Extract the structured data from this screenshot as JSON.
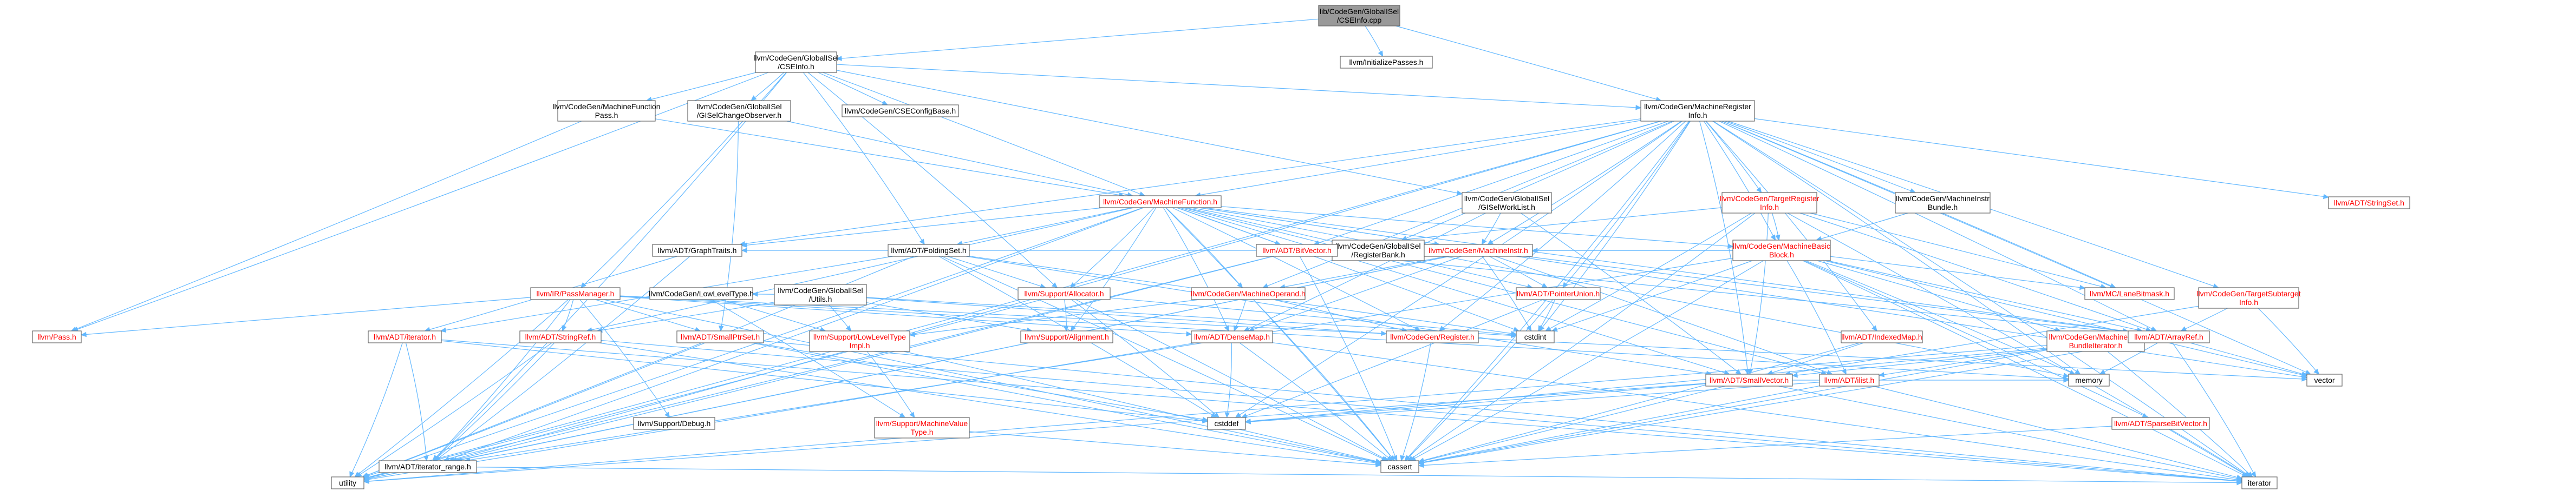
{
  "graph": {
    "colors": {
      "edge": "#63b8ff",
      "root_fill": "#999999",
      "node_border": "#666666",
      "red_text": "#ff0000",
      "black_text": "#000000"
    },
    "nodes": [
      {
        "id": "root",
        "label": [
          "lib/CodeGen/GlobalISel",
          "/CSEInfo.cpp"
        ],
        "kind": "root"
      },
      {
        "id": "cseinfo",
        "label": [
          "llvm/CodeGen/GlobalISel",
          "/CSEInfo.h"
        ],
        "kind": "black"
      },
      {
        "id": "initpasses",
        "label": [
          "llvm/InitializePasses.h"
        ],
        "kind": "black"
      },
      {
        "id": "mfpass",
        "label": [
          "llvm/CodeGen/MachineFunction",
          "Pass.h"
        ],
        "kind": "black"
      },
      {
        "id": "gisel_obs",
        "label": [
          "llvm/CodeGen/GlobalISel",
          "/GISelChangeObserver.h"
        ],
        "kind": "black"
      },
      {
        "id": "cseconfig",
        "label": [
          "llvm/CodeGen/CSEConfigBase.h"
        ],
        "kind": "black"
      },
      {
        "id": "mri",
        "label": [
          "llvm/CodeGen/MachineRegister",
          "Info.h"
        ],
        "kind": "black"
      },
      {
        "id": "mf",
        "label": [
          "llvm/CodeGen/MachineFunction.h"
        ],
        "kind": "red"
      },
      {
        "id": "worklist",
        "label": [
          "llvm/CodeGen/GlobalISel",
          "/GISelWorkList.h"
        ],
        "kind": "black"
      },
      {
        "id": "tri",
        "label": [
          "llvm/CodeGen/TargetRegister",
          "Info.h"
        ],
        "kind": "red"
      },
      {
        "id": "mibundle",
        "label": [
          "llvm/CodeGen/MachineInstr",
          "Bundle.h"
        ],
        "kind": "black"
      },
      {
        "id": "stringset",
        "label": [
          "llvm/ADT/StringSet.h"
        ],
        "kind": "red"
      },
      {
        "id": "mbb",
        "label": [
          "llvm/CodeGen/MachineBasic",
          "Block.h"
        ],
        "kind": "red"
      },
      {
        "id": "regbank",
        "label": [
          "llvm/CodeGen/GlobalISel",
          "/RegisterBank.h"
        ],
        "kind": "black"
      },
      {
        "id": "graphtraits",
        "label": [
          "llvm/ADT/GraphTraits.h"
        ],
        "kind": "black"
      },
      {
        "id": "bitvector",
        "label": [
          "llvm/ADT/BitVector.h"
        ],
        "kind": "red"
      },
      {
        "id": "machineinstr",
        "label": [
          "llvm/CodeGen/MachineInstr.h"
        ],
        "kind": "red"
      },
      {
        "id": "lanebitmask",
        "label": [
          "llvm/MC/LaneBitmask.h"
        ],
        "kind": "red"
      },
      {
        "id": "tsi",
        "label": [
          "llvm/CodeGen/TargetSubtarget",
          "Info.h"
        ],
        "kind": "red"
      },
      {
        "id": "foldingset",
        "label": [
          "llvm/ADT/FoldingSet.h"
        ],
        "kind": "black"
      },
      {
        "id": "passmanager",
        "label": [
          "llvm/IR/PassManager.h"
        ],
        "kind": "red"
      },
      {
        "id": "lowleveltype",
        "label": [
          "llvm/CodeGen/LowLevelType.h"
        ],
        "kind": "black"
      },
      {
        "id": "gutils",
        "label": [
          "llvm/CodeGen/GlobalISel",
          "/Utils.h"
        ],
        "kind": "black"
      },
      {
        "id": "allocator",
        "label": [
          "llvm/Support/Allocator.h"
        ],
        "kind": "red"
      },
      {
        "id": "mo",
        "label": [
          "llvm/CodeGen/MachineOperand.h"
        ],
        "kind": "red"
      },
      {
        "id": "ptrunion",
        "label": [
          "llvm/ADT/PointerUnion.h"
        ],
        "kind": "red"
      },
      {
        "id": "indexedmap",
        "label": [
          "llvm/ADT/IndexedMap.h"
        ],
        "kind": "red"
      },
      {
        "id": "mibundleiter",
        "label": [
          "llvm/CodeGen/MachineInstr",
          "BundleIterator.h"
        ],
        "kind": "red"
      },
      {
        "id": "arrayref",
        "label": [
          "llvm/ADT/ArrayRef.h"
        ],
        "kind": "red"
      },
      {
        "id": "passh",
        "label": [
          "llvm/Pass.h"
        ],
        "kind": "red"
      },
      {
        "id": "iteratorh",
        "label": [
          "llvm/ADT/iterator.h"
        ],
        "kind": "red"
      },
      {
        "id": "stringref",
        "label": [
          "llvm/ADT/StringRef.h"
        ],
        "kind": "red"
      },
      {
        "id": "smallptrset",
        "label": [
          "llvm/ADT/SmallPtrSet.h"
        ],
        "kind": "red"
      },
      {
        "id": "supportllt",
        "label": [
          "llvm/Support/LowLevelType",
          "Impl.h"
        ],
        "kind": "red"
      },
      {
        "id": "alignment",
        "label": [
          "llvm/Support/Alignment.h"
        ],
        "kind": "red"
      },
      {
        "id": "densemap",
        "label": [
          "llvm/ADT/DenseMap.h"
        ],
        "kind": "red"
      },
      {
        "id": "register",
        "label": [
          "llvm/CodeGen/Register.h"
        ],
        "kind": "red"
      },
      {
        "id": "cstdint",
        "label": [
          "cstdint"
        ],
        "kind": "grey"
      },
      {
        "id": "smallvector",
        "label": [
          "llvm/ADT/SmallVector.h"
        ],
        "kind": "red"
      },
      {
        "id": "ilist",
        "label": [
          "llvm/ADT/ilist.h"
        ],
        "kind": "red"
      },
      {
        "id": "vector",
        "label": [
          "vector"
        ],
        "kind": "grey"
      },
      {
        "id": "memory",
        "label": [
          "memory"
        ],
        "kind": "grey"
      },
      {
        "id": "sparsebv",
        "label": [
          "llvm/ADT/SparseBitVector.h"
        ],
        "kind": "red"
      },
      {
        "id": "debugh",
        "label": [
          "llvm/Support/Debug.h"
        ],
        "kind": "black"
      },
      {
        "id": "mvt",
        "label": [
          "llvm/Support/MachineValue",
          "Type.h"
        ],
        "kind": "red"
      },
      {
        "id": "cstddef",
        "label": [
          "cstddef"
        ],
        "kind": "grey"
      },
      {
        "id": "iterrange",
        "label": [
          "llvm/ADT/iterator_range.h"
        ],
        "kind": "black"
      },
      {
        "id": "cassert",
        "label": [
          "cassert"
        ],
        "kind": "grey"
      },
      {
        "id": "utility",
        "label": [
          "utility"
        ],
        "kind": "grey"
      },
      {
        "id": "iterator",
        "label": [
          "iterator"
        ],
        "kind": "grey"
      }
    ],
    "edges": [
      [
        "root",
        "cseinfo"
      ],
      [
        "root",
        "initpasses"
      ],
      [
        "root",
        "mri"
      ],
      [
        "cseinfo",
        "mfpass"
      ],
      [
        "cseinfo",
        "gisel_obs"
      ],
      [
        "cseinfo",
        "cseconfig"
      ],
      [
        "cseinfo",
        "mri"
      ],
      [
        "cseinfo",
        "mf"
      ],
      [
        "cseinfo",
        "worklist"
      ],
      [
        "cseinfo",
        "foldingset"
      ],
      [
        "cseinfo",
        "passmanager"
      ],
      [
        "cseinfo",
        "allocator"
      ],
      [
        "cseinfo",
        "passh"
      ],
      [
        "cseinfo",
        "iterrange"
      ],
      [
        "mfpass",
        "passh"
      ],
      [
        "mfpass",
        "mf"
      ],
      [
        "gisel_obs",
        "mf"
      ],
      [
        "gisel_obs",
        "smallptrset"
      ],
      [
        "mri",
        "mf"
      ],
      [
        "mri",
        "tri"
      ],
      [
        "mri",
        "mibundle"
      ],
      [
        "mri",
        "stringset"
      ],
      [
        "mri",
        "mbb"
      ],
      [
        "mri",
        "regbank"
      ],
      [
        "mri",
        "graphtraits"
      ],
      [
        "mri",
        "bitvector"
      ],
      [
        "mri",
        "indexedmap"
      ],
      [
        "mri",
        "lanebitmask"
      ],
      [
        "mri",
        "tsi"
      ],
      [
        "mri",
        "arrayref"
      ],
      [
        "mri",
        "ptrunion"
      ],
      [
        "mri",
        "smallvector"
      ],
      [
        "mri",
        "iterrange"
      ],
      [
        "mri",
        "vector"
      ],
      [
        "mri",
        "memory"
      ],
      [
        "mri",
        "cassert"
      ],
      [
        "mri",
        "cstddef"
      ],
      [
        "mri",
        "cstdint"
      ],
      [
        "mri",
        "iterator"
      ],
      [
        "mri",
        "utility"
      ],
      [
        "mri",
        "machineinstr"
      ],
      [
        "mri",
        "mo"
      ],
      [
        "mri",
        "register"
      ],
      [
        "mf",
        "mbb"
      ],
      [
        "mf",
        "machineinstr"
      ],
      [
        "mf",
        "bitvector"
      ],
      [
        "mf",
        "graphtraits"
      ],
      [
        "mf",
        "mo"
      ],
      [
        "mf",
        "allocator"
      ],
      [
        "mf",
        "arrayref"
      ],
      [
        "mf",
        "densemap"
      ],
      [
        "mf",
        "smallvector"
      ],
      [
        "mf",
        "ilist"
      ],
      [
        "mf",
        "iterrange"
      ],
      [
        "mf",
        "cassert"
      ],
      [
        "mf",
        "cstdint"
      ],
      [
        "mf",
        "memory"
      ],
      [
        "mf",
        "utility"
      ],
      [
        "mf",
        "vector"
      ],
      [
        "mf",
        "foldingset"
      ],
      [
        "mf",
        "register"
      ],
      [
        "mf",
        "stringref"
      ],
      [
        "mf",
        "alignment"
      ],
      [
        "mf",
        "ptrunion"
      ],
      [
        "worklist",
        "smallvector"
      ],
      [
        "worklist",
        "densemap"
      ],
      [
        "worklist",
        "machineinstr"
      ],
      [
        "tri",
        "mbb"
      ],
      [
        "tri",
        "arrayref"
      ],
      [
        "tri",
        "bitvector"
      ],
      [
        "tri",
        "smallvector"
      ],
      [
        "tri",
        "lanebitmask"
      ],
      [
        "tri",
        "iterator"
      ],
      [
        "tri",
        "cassert"
      ],
      [
        "tri",
        "cstdint"
      ],
      [
        "mibundle",
        "mbb"
      ],
      [
        "mbb",
        "machineinstr"
      ],
      [
        "mbb",
        "lanebitmask"
      ],
      [
        "mbb",
        "mibundleiter"
      ],
      [
        "mbb",
        "graphtraits"
      ],
      [
        "mbb",
        "ilist"
      ],
      [
        "mbb",
        "iterrange"
      ],
      [
        "mbb",
        "sparsebv"
      ],
      [
        "mbb",
        "cassert"
      ],
      [
        "mbb",
        "cstdint"
      ],
      [
        "mbb",
        "iterator"
      ],
      [
        "mbb",
        "memory"
      ],
      [
        "mbb",
        "vector"
      ],
      [
        "mbb",
        "arrayref"
      ],
      [
        "regbank",
        "bitvector"
      ],
      [
        "graphtraits",
        "iterrange"
      ],
      [
        "graphtraits",
        "iteratorh"
      ],
      [
        "bitvector",
        "arrayref"
      ],
      [
        "bitvector",
        "iterrange"
      ],
      [
        "bitvector",
        "utility"
      ],
      [
        "bitvector",
        "cassert"
      ],
      [
        "machineinstr",
        "mo"
      ],
      [
        "machineinstr",
        "densemap"
      ],
      [
        "machineinstr",
        "ptrunion"
      ],
      [
        "machineinstr",
        "arrayref"
      ],
      [
        "machineinstr",
        "ilist"
      ],
      [
        "machineinstr",
        "iterrange"
      ],
      [
        "machineinstr",
        "cstdint"
      ],
      [
        "machineinstr",
        "utility"
      ],
      [
        "tsi",
        "arrayref"
      ],
      [
        "tsi",
        "smallvector"
      ],
      [
        "tsi",
        "vector"
      ],
      [
        "foldingset",
        "smallvector"
      ],
      [
        "foldingset",
        "iteratorh"
      ],
      [
        "foldingset",
        "allocator"
      ],
      [
        "foldingset",
        "cassert"
      ],
      [
        "foldingset",
        "cstddef"
      ],
      [
        "foldingset",
        "cstdint"
      ],
      [
        "foldingset",
        "utility"
      ],
      [
        "passmanager",
        "stringref"
      ],
      [
        "passmanager",
        "smallptrset"
      ],
      [
        "passmanager",
        "densemap"
      ],
      [
        "passmanager",
        "debugh"
      ],
      [
        "passmanager",
        "iterrange"
      ],
      [
        "passmanager",
        "passh"
      ],
      [
        "passmanager",
        "cassert"
      ],
      [
        "passmanager",
        "utility"
      ],
      [
        "passmanager",
        "memory"
      ],
      [
        "passmanager",
        "vector"
      ],
      [
        "lowleveltype",
        "supportllt"
      ],
      [
        "lowleveltype",
        "mvt"
      ],
      [
        "gutils",
        "register"
      ],
      [
        "gutils",
        "lowleveltype"
      ],
      [
        "gutils",
        "supportllt"
      ],
      [
        "gutils",
        "alignment"
      ],
      [
        "gutils",
        "stringref"
      ],
      [
        "gutils",
        "cstdint"
      ],
      [
        "allocator",
        "alignment"
      ],
      [
        "allocator",
        "cassert"
      ],
      [
        "allocator",
        "cstddef"
      ],
      [
        "allocator",
        "cstdint"
      ],
      [
        "allocator",
        "utility"
      ],
      [
        "mo",
        "register"
      ],
      [
        "mo",
        "densemap"
      ],
      [
        "mo",
        "supportllt"
      ],
      [
        "mo",
        "cassert"
      ],
      [
        "ptrunion",
        "cassert"
      ],
      [
        "ptrunion",
        "cstddef"
      ],
      [
        "ptrunion",
        "cstdint"
      ],
      [
        "indexedmap",
        "smallvector"
      ],
      [
        "indexedmap",
        "cassert"
      ],
      [
        "mibundleiter",
        "ilist"
      ],
      [
        "mibundleiter",
        "cassert"
      ],
      [
        "mibundleiter",
        "iterator"
      ],
      [
        "mibundleiter",
        "utility"
      ],
      [
        "arrayref",
        "smallvector"
      ],
      [
        "arrayref",
        "cassert"
      ],
      [
        "arrayref",
        "cstddef"
      ],
      [
        "arrayref",
        "memory"
      ],
      [
        "arrayref",
        "iterator"
      ],
      [
        "arrayref",
        "vector"
      ],
      [
        "iteratorh",
        "iterrange"
      ],
      [
        "iteratorh",
        "cstddef"
      ],
      [
        "iteratorh",
        "iterator"
      ],
      [
        "iteratorh",
        "utility"
      ],
      [
        "stringref",
        "iterrange"
      ],
      [
        "stringref",
        "cassert"
      ],
      [
        "stringref",
        "utility"
      ],
      [
        "stringref",
        "iterator"
      ],
      [
        "smallptrset",
        "cassert"
      ],
      [
        "smallptrset",
        "cstddef"
      ],
      [
        "smallptrset",
        "iterator"
      ],
      [
        "smallptrset",
        "utility"
      ],
      [
        "supportllt",
        "mvt"
      ],
      [
        "supportllt",
        "cassert"
      ],
      [
        "densemap",
        "cassert"
      ],
      [
        "densemap",
        "cstddef"
      ],
      [
        "densemap",
        "iterator"
      ],
      [
        "densemap",
        "utility"
      ],
      [
        "register",
        "cassert"
      ],
      [
        "smallvector",
        "cassert"
      ],
      [
        "smallvector",
        "cstddef"
      ],
      [
        "smallvector",
        "iterator"
      ],
      [
        "smallvector",
        "memory"
      ],
      [
        "smallvector",
        "utility"
      ],
      [
        "ilist",
        "cassert"
      ],
      [
        "ilist",
        "cstddef"
      ],
      [
        "ilist",
        "iterator"
      ],
      [
        "sparsebv",
        "cassert"
      ],
      [
        "sparsebv",
        "iterator"
      ],
      [
        "mvt",
        "cassert"
      ],
      [
        "iterrange",
        "utility"
      ],
      [
        "iterrange",
        "iterator"
      ]
    ]
  }
}
